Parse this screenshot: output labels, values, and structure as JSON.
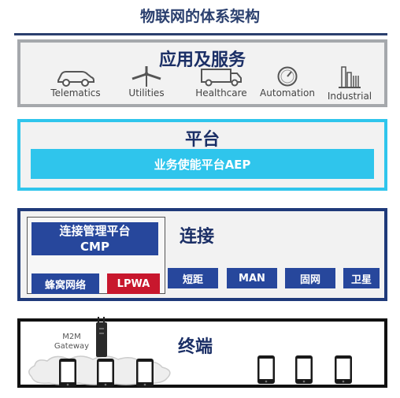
{
  "title": "物联网的体系架构",
  "applications": {
    "heading": "应用及服务",
    "items": [
      {
        "label": "Telematics",
        "icon": "car-icon"
      },
      {
        "label": "Utilities",
        "icon": "wind-turbine-icon"
      },
      {
        "label": "Healthcare",
        "icon": "van-icon"
      },
      {
        "label": "Automation",
        "icon": "gauge-icon"
      },
      {
        "label": "Industrial",
        "icon": "factory-icon"
      }
    ]
  },
  "platform": {
    "heading": "平台",
    "bar": "业务使能平台AEP"
  },
  "connection": {
    "heading": "连接",
    "cmp_line1": "连接管理平台",
    "cmp_line2": "CMP",
    "chips": [
      "蜂窝网络",
      "LPWA",
      "短距",
      "MAN",
      "固网",
      "卫星"
    ]
  },
  "terminal": {
    "heading": "终端",
    "gateway_line1": "M2M",
    "gateway_line2": "Gateway"
  },
  "colors": {
    "navy": "#1b2f66",
    "chip_blue": "#27479c",
    "lpwa_red": "#c8172d",
    "platform_cyan": "#2fc5ec",
    "apps_border": "#a5a8ac",
    "terminal_border": "#111111"
  }
}
